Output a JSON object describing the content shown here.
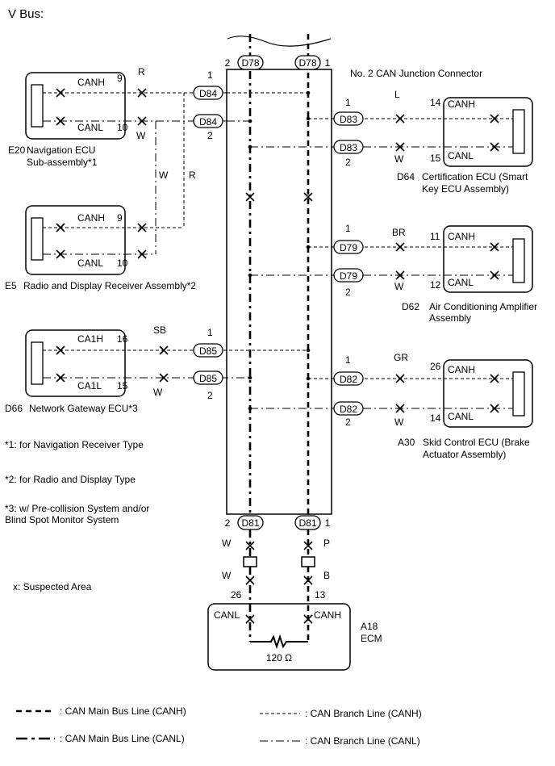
{
  "title": "V Bus:",
  "junction": {
    "label": "No. 2 CAN Junction Connector",
    "top_left": {
      "conn": "D78",
      "pin": "2"
    },
    "top_right": {
      "conn": "D78",
      "pin": "1"
    },
    "bottom_left": {
      "conn": "D81",
      "pin": "2"
    },
    "bottom_right": {
      "conn": "D81",
      "pin": "1"
    }
  },
  "ecus": {
    "nav": {
      "code": "E20",
      "name1": "Navigation ECU",
      "name2": "Sub-assembly*1",
      "hi_label": "CANH",
      "hi_pin": "9",
      "hi_wire": "R",
      "lo_label": "CANL",
      "lo_pin": "10",
      "lo_wire": "W",
      "conn": "D84",
      "conn_hi_pin": "1",
      "conn_lo_pin": "2"
    },
    "radio": {
      "code": "E5",
      "name": "Radio and Display Receiver Assembly*2",
      "hi_label": "CANH",
      "hi_pin": "9",
      "lo_label": "CANL",
      "lo_pin": "10",
      "wire_w": "W",
      "wire_r": "R"
    },
    "gateway": {
      "code": "D66",
      "name": "Network Gateway ECU*3",
      "hi_label": "CA1H",
      "hi_pin": "16",
      "hi_wire": "SB",
      "lo_label": "CA1L",
      "lo_pin": "15",
      "lo_wire": "W",
      "conn": "D85",
      "conn_hi_pin": "1",
      "conn_lo_pin": "2"
    },
    "cert": {
      "code": "D64",
      "name1": "Certification ECU (Smart",
      "name2": "Key ECU Assembly)",
      "hi_label": "CANH",
      "hi_pin": "14",
      "hi_wire": "L",
      "lo_label": "CANL",
      "lo_pin": "15",
      "lo_wire": "W",
      "conn": "D83",
      "conn_hi_pin": "1",
      "conn_lo_pin": "2"
    },
    "ac": {
      "code": "D62",
      "name1": "Air Conditioning Amplifier",
      "name2": "Assembly",
      "hi_label": "CANH",
      "hi_pin": "11",
      "hi_wire": "BR",
      "lo_label": "CANL",
      "lo_pin": "12",
      "lo_wire": "W",
      "conn": "D79",
      "conn_hi_pin": "1",
      "conn_lo_pin": "2"
    },
    "skid": {
      "code": "A30",
      "name1": "Skid Control ECU (Brake",
      "name2": "Actuator Assembly)",
      "hi_label": "CANH",
      "hi_pin": "26",
      "hi_wire": "GR",
      "lo_label": "CANL",
      "lo_pin": "14",
      "lo_wire": "W",
      "conn": "D82",
      "conn_hi_pin": "1",
      "conn_lo_pin": "2"
    },
    "ecm": {
      "code": "A18",
      "name": "ECM",
      "lo_label": "CANL",
      "lo_pin": "26",
      "lo_wire_top": "W",
      "lo_wire_bottom": "W",
      "hi_label": "CANH",
      "hi_pin": "13",
      "hi_wire_top": "P",
      "hi_wire_bottom": "B",
      "resistor": "120 Ω"
    }
  },
  "notes": {
    "n1": "*1: for Navigation Receiver Type",
    "n2": "*2: for Radio and Display Type",
    "n3a": "*3: w/ Pre-collision System and/or",
    "n3b": "Blind Spot Monitor System",
    "suspect": "x: Suspected Area"
  },
  "legend": {
    "main_canh": ": CAN Main Bus Line (CANH)",
    "main_canl": ": CAN Main Bus Line (CANL)",
    "branch_canh": ": CAN Branch Line (CANH)",
    "branch_canl": ": CAN Branch Line (CANL)"
  }
}
